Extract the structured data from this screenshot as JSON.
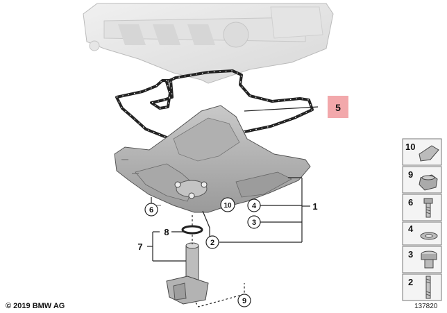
{
  "callouts": {
    "c1": "1",
    "c2": "2",
    "c3": "3",
    "c4": "4",
    "c5": "5",
    "c6": "6",
    "c7": "7",
    "c8": "8",
    "c9": "9",
    "c10": "10"
  },
  "parts_legend": [
    {
      "number": "10"
    },
    {
      "number": "9"
    },
    {
      "number": "6"
    },
    {
      "number": "4"
    },
    {
      "number": "3"
    },
    {
      "number": "2"
    }
  ],
  "colors": {
    "highlight": "#f2a8ab",
    "engine_block": "#e8e8e8",
    "oil_pan": "#b8b8b8",
    "gasket": "#222222",
    "legend_box": "#f4f4f4"
  },
  "footer": {
    "copyright": "© 2019 BMW AG",
    "diagram_id": "137820"
  }
}
